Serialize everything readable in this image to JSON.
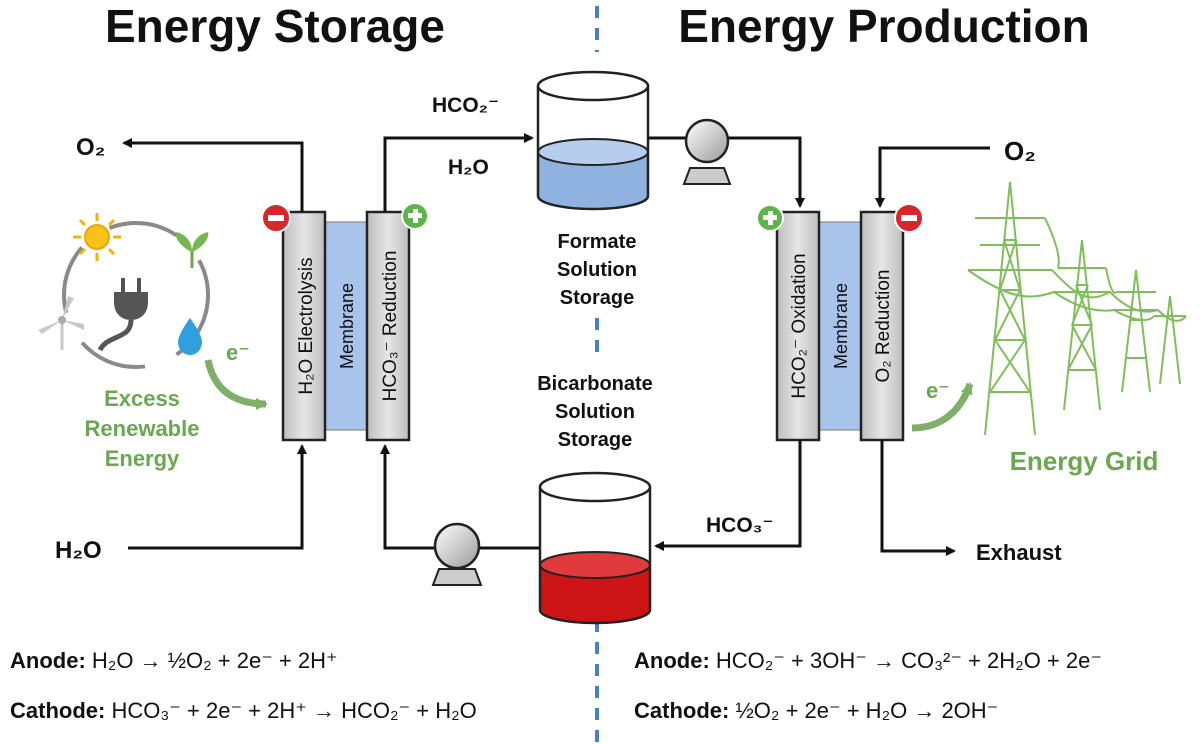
{
  "sections": {
    "storage_title": "Energy Storage",
    "production_title": "Energy Production"
  },
  "storage_cell": {
    "left_electrode": "H₂O Electrolysis",
    "membrane": "Membrane",
    "right_electrode": "HCO₃⁻ Reduction"
  },
  "production_cell": {
    "left_electrode": "HCO₂⁻ Oxidation",
    "membrane": "Membrane",
    "right_electrode": "O₂ Reduction"
  },
  "flows": {
    "o2_out": "O₂",
    "h2o_in": "H₂O",
    "formate_in_1": "HCO₂⁻",
    "formate_in_2": "H₂O",
    "o2_in": "O₂",
    "exhaust": "Exhaust",
    "bicarb_return": "HCO₃⁻",
    "electron_left": "e⁻",
    "electron_right": "e⁻"
  },
  "tanks": {
    "formate": [
      "Formate",
      "Solution",
      "Storage"
    ],
    "bicarbonate": [
      "Bicarbonate",
      "Solution",
      "Storage"
    ]
  },
  "renewable": [
    "Excess",
    "Renewable",
    "Energy"
  ],
  "grid": "Energy Grid",
  "equations": {
    "storage_anode_label": "Anode:",
    "storage_anode": "H₂O → ½O₂ + 2e⁻ + 2H⁺",
    "storage_cathode_label": "Cathode:",
    "storage_cathode": "HCO₃⁻ + 2e⁻ + 2H⁺ → HCO₂⁻ + H₂O",
    "production_anode_label": "Anode:",
    "production_anode": "HCO₂⁻ + 3OH⁻ → CO₃²⁻ + 2H₂O + 2e⁻",
    "production_cathode_label": "Cathode:",
    "production_cathode": "½O₂ + 2e⁻ + H₂O → 2OH⁻"
  },
  "colors": {
    "membrane": "#a9c4ea",
    "electrode": "#d4d4d4",
    "formate_liquid": "#8fb2e0",
    "bicarbonate_liquid": "#cc1417",
    "green": "#6aa84f",
    "negative": "#d9262b",
    "positive": "#5db54a",
    "divider": "#4a7fc1"
  }
}
